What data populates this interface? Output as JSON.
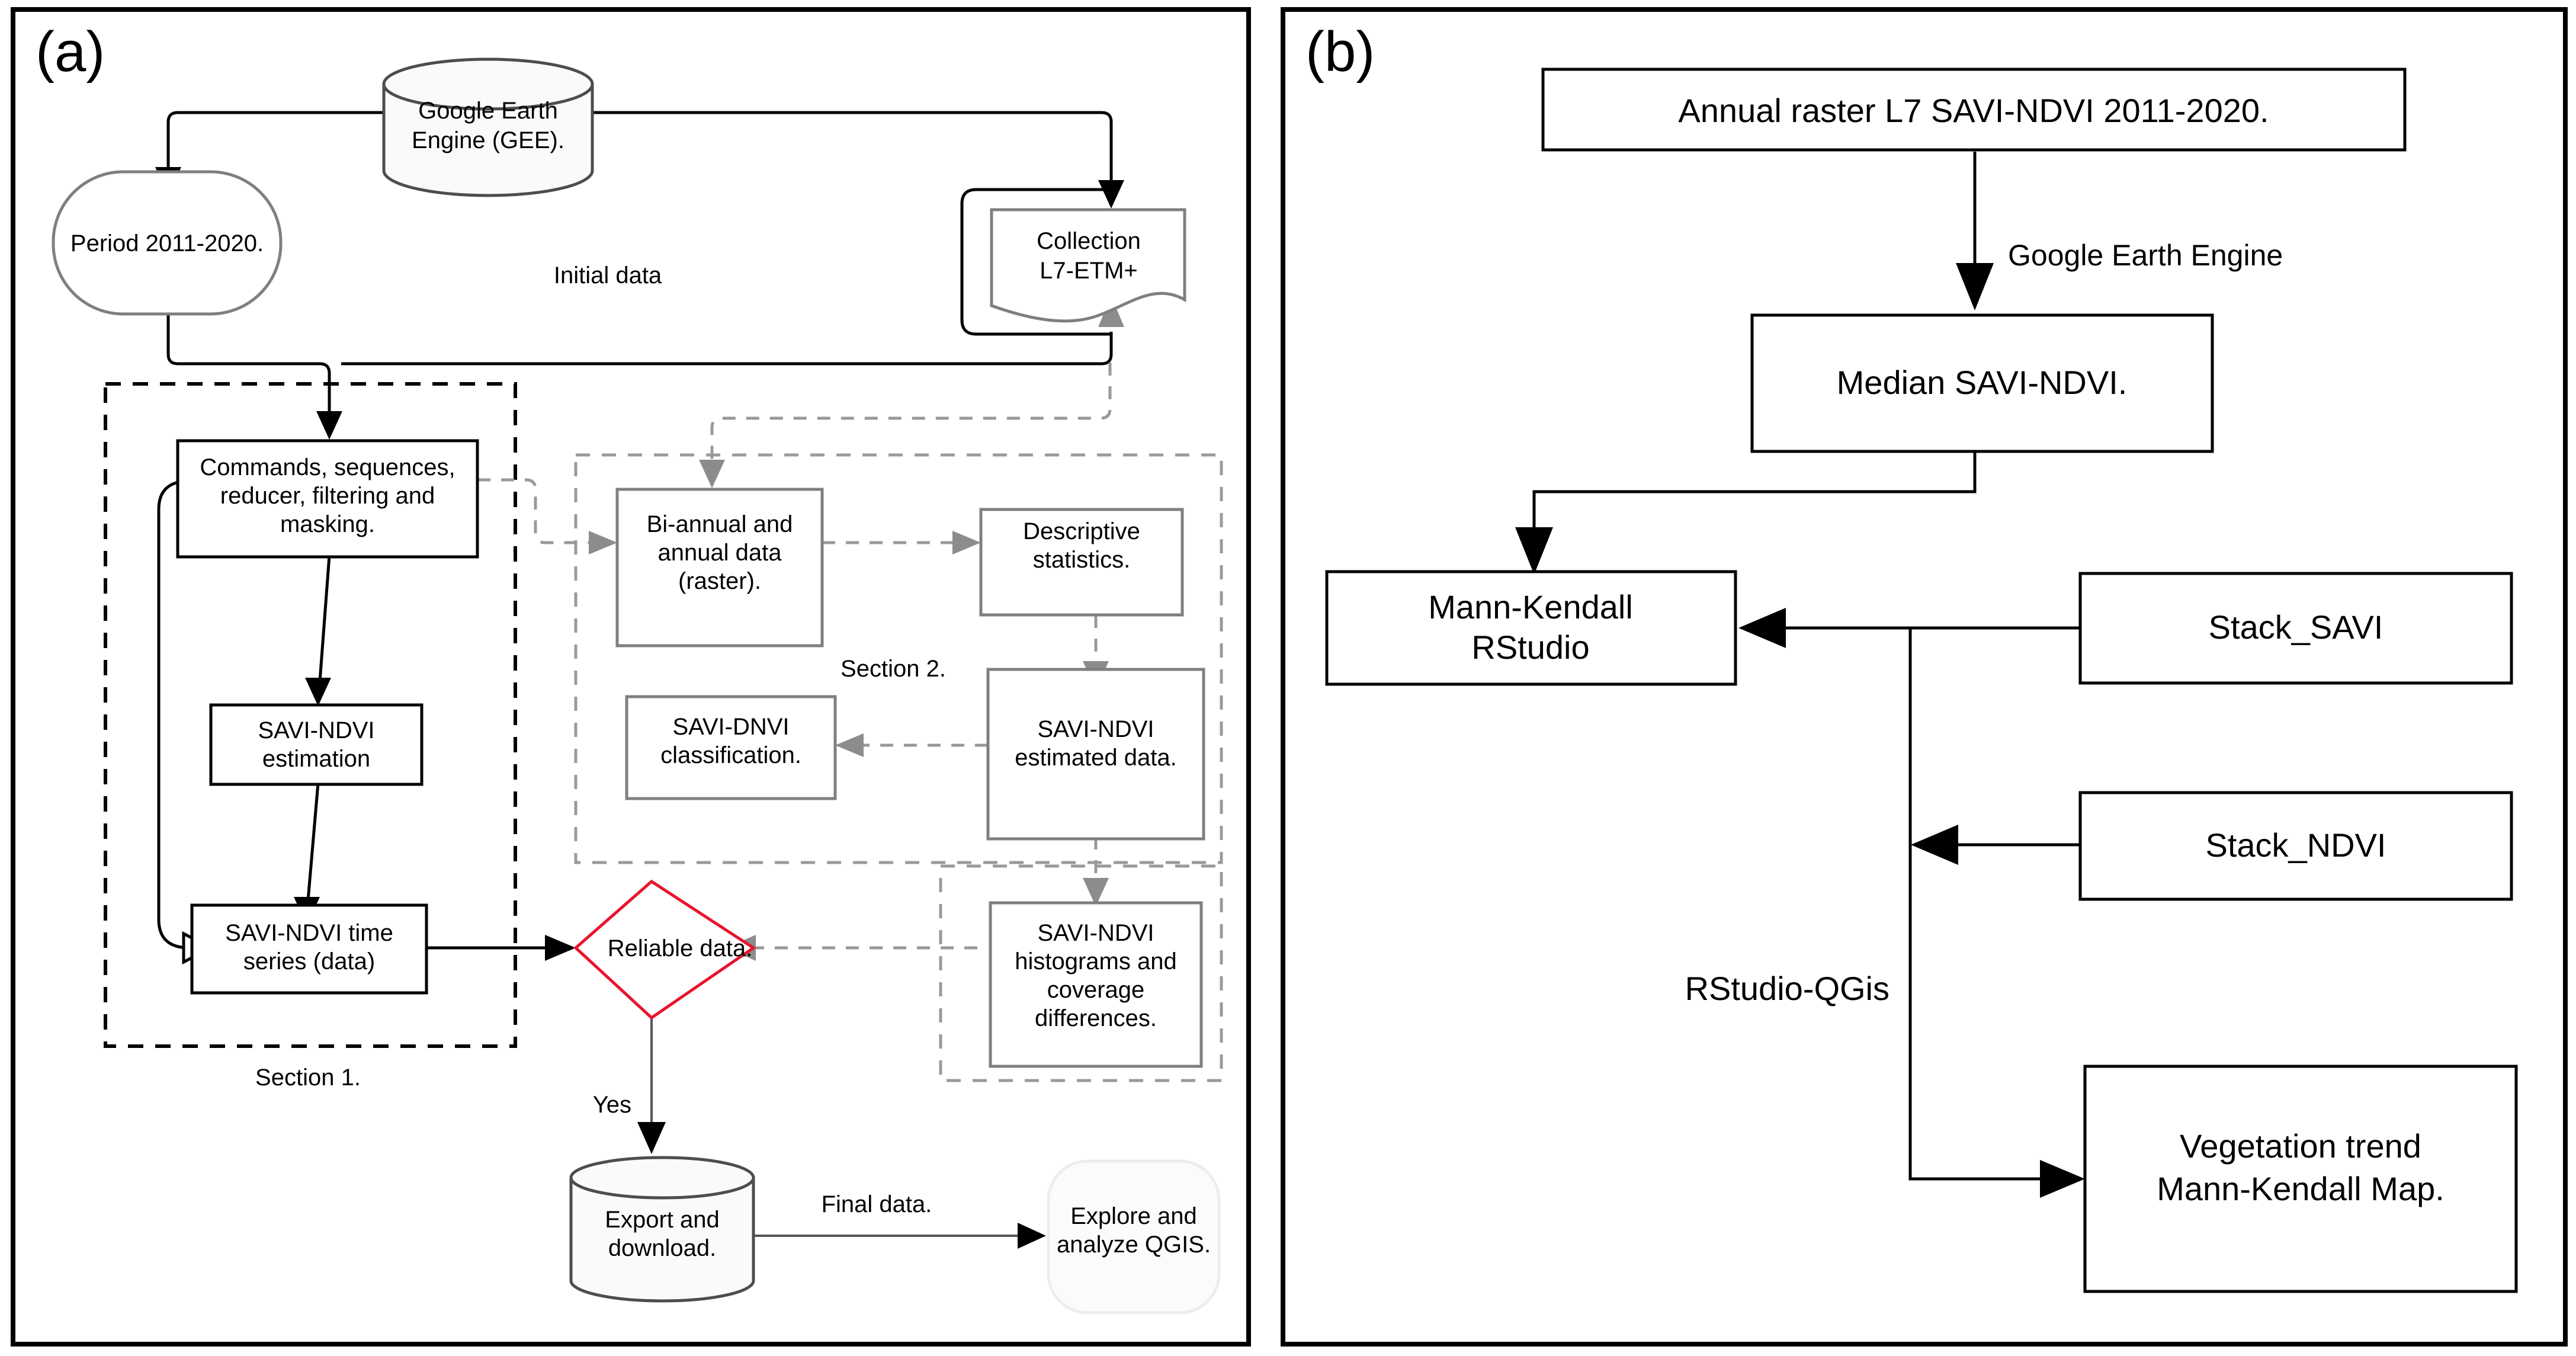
{
  "figure": {
    "panel_a_tag": "(a)",
    "panel_b_tag": "(b)"
  },
  "panel_a": {
    "nodes": {
      "gee": "Google Earth\nEngine (GEE).",
      "gee_line1": "Google Earth",
      "gee_line2": "Engine (GEE).",
      "period": "Period 2011-2020.",
      "collection_line1": "Collection",
      "collection_line2": "L7-ETM+",
      "commands_line1": "Commands, sequences,",
      "commands_line2": "reducer, filtering and",
      "commands_line3": "masking.",
      "savi_est_line1": "SAVI-NDVI",
      "savi_est_line2": "estimation",
      "timeseries_line1": "SAVI-NDVI time",
      "timeseries_line2": "series (data)",
      "biannual_line1": "Bi-annual and",
      "biannual_line2": "annual data",
      "biannual_line3": "(raster).",
      "descriptive_line1": "Descriptive",
      "descriptive_line2": "statistics.",
      "classification_line1": "SAVI-DNVI",
      "classification_line2": "classification.",
      "estimated_line1": "SAVI-NDVI",
      "estimated_line2": "estimated data.",
      "histograms_line1": "SAVI-NDVI",
      "histograms_line2": "histograms and",
      "histograms_line3": "coverage",
      "histograms_line4": "differences.",
      "reliable": "Reliable data.",
      "export_line1": "Export and",
      "export_line2": "download.",
      "qgis_line1": "Explore and",
      "qgis_line2": "analyze QGIS."
    },
    "labels": {
      "initial_data": "Initial data",
      "section_1": "Section 1.",
      "section_2": "Section 2.",
      "yes": "Yes",
      "final_data": "Final data."
    },
    "colors": {
      "decision_stroke": "#e8142d",
      "gray_stroke": "#7f7f7f",
      "black_stroke": "#000000"
    }
  },
  "panel_b": {
    "nodes": {
      "annual_raster": "Annual raster L7 SAVI-NDVI 2011-2020.",
      "median": "Median SAVI-NDVI.",
      "mann_kendall_line1": "Mann-Kendall",
      "mann_kendall_line2": "RStudio",
      "stack_savi": "Stack_SAVI",
      "stack_ndvi": "Stack_NDVI",
      "vegetation_line1": "Vegetation trend",
      "vegetation_line2": "Mann-Kendall Map."
    },
    "labels": {
      "google_earth_engine": "Google Earth Engine",
      "rstudio_qgis": "RStudio-QGis"
    }
  }
}
